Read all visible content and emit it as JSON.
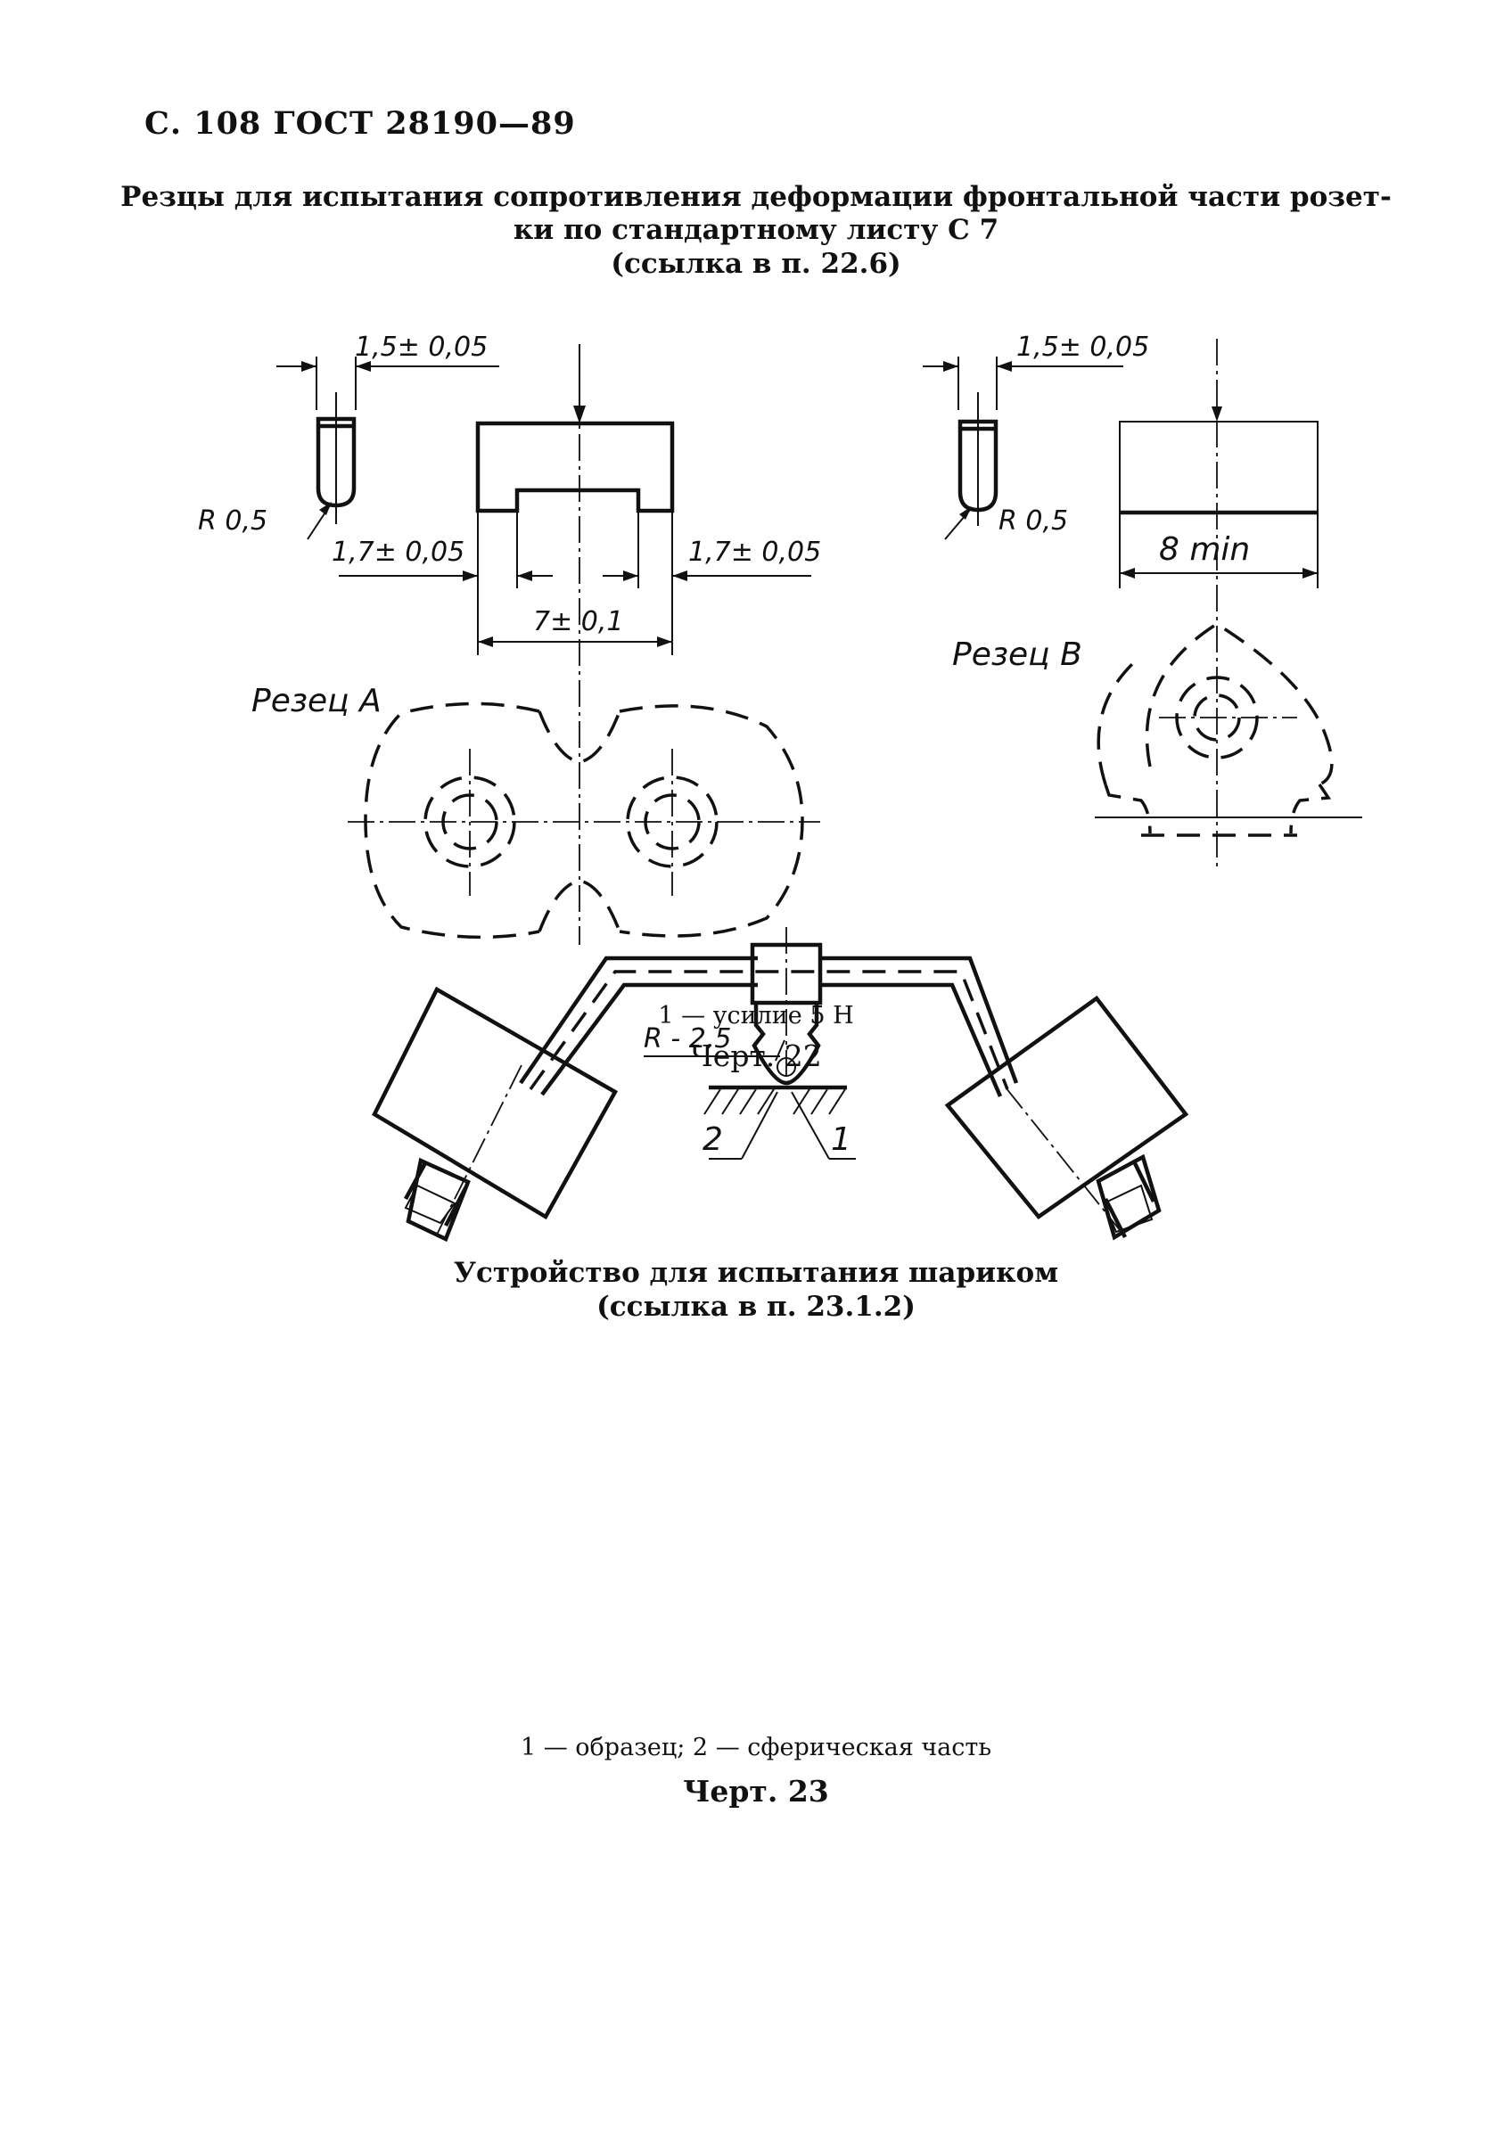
{
  "header": {
    "page_ref": "С. 108 ГОСТ 28190—89"
  },
  "section1": {
    "title_line1": "Резцы для испытания сопротивления деформации фронтальной части розет-",
    "title_line2": "ки по стандартному листу С 7",
    "title_line3": "(ссылка в п. 22.6)",
    "dims": {
      "a_width": "1,5± 0,05",
      "a_radius": "R 0,5",
      "a_left_step": "1,7± 0,05",
      "a_right_step": "1,7± 0,05",
      "a_total": "7± 0,1",
      "b_width": "1,5± 0,05",
      "b_radius": "R 0,5",
      "b_min": "8 min"
    },
    "cutter_a_label": "Резец А",
    "cutter_b_label": "Резец В",
    "caption": "1 — усилие 5 Н",
    "figure": "Черт. 22"
  },
  "section2": {
    "title_line1": "Устройство для испытания шариком",
    "title_line2": "(ссылка в п. 23.1.2)",
    "radius_label": "R - 2,5",
    "callout_2": "2",
    "callout_1": "1",
    "caption": "1 — образец; 2 — сферическая часть",
    "figure": "Черт. 23"
  }
}
